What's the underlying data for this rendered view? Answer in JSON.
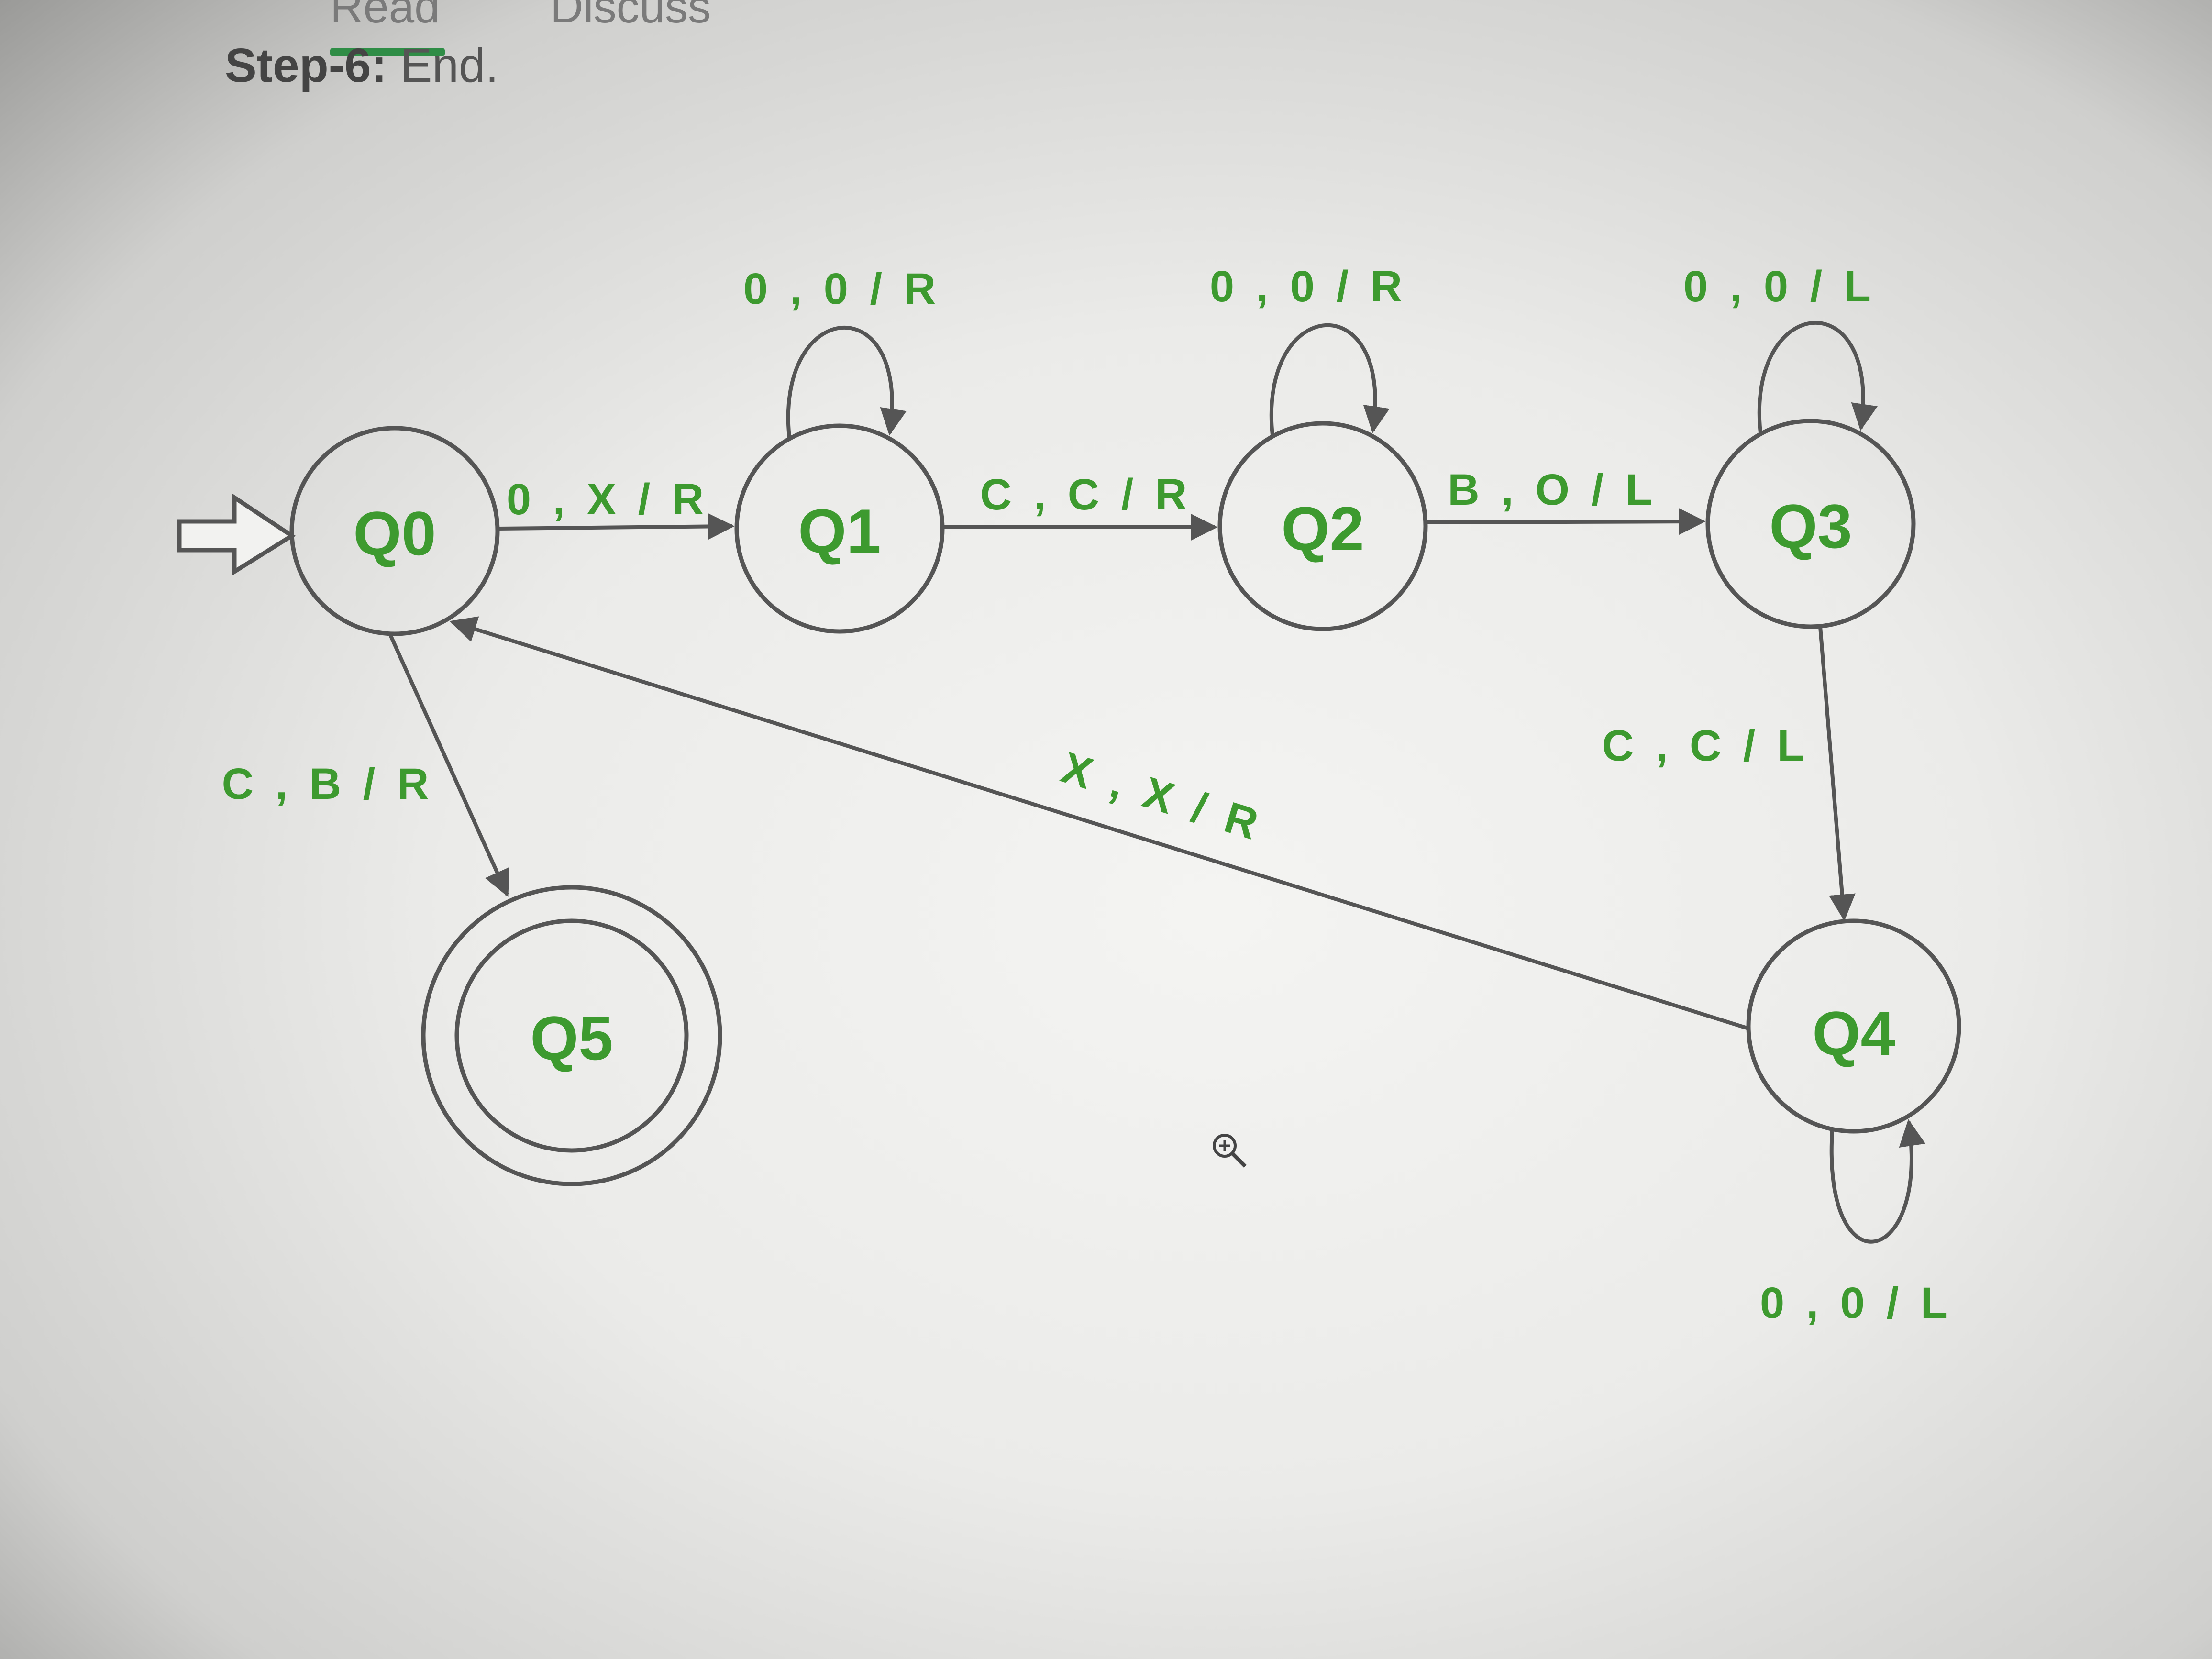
{
  "header": {
    "tabs": [
      "Read",
      "Discuss"
    ],
    "step_prefix": "Step-6:",
    "step_text": " End."
  },
  "diagram": {
    "states": {
      "q0": "Q0",
      "q1": "Q1",
      "q2": "Q2",
      "q3": "Q3",
      "q4": "Q4",
      "q5": "Q5"
    },
    "start_state": "Q0",
    "accept_states": [
      "Q5"
    ],
    "transitions": {
      "q0_q1": "0 , X / R",
      "q1_q1": "0 , 0 / R",
      "q1_q2": "C , C / R",
      "q2_q2": "0 , 0 / R",
      "q2_q3": "B , O / L",
      "q3_q3": "0 , 0 / L",
      "q3_q4": "C , C / L",
      "q4_q4": "0 , 0 / L",
      "q4_q0": "X , X / R",
      "q0_q5": "C , B / R"
    },
    "colors": {
      "label": "#3d9a2f",
      "stroke": "#555555"
    }
  },
  "icons": {
    "cursor": "zoom-in-icon"
  }
}
